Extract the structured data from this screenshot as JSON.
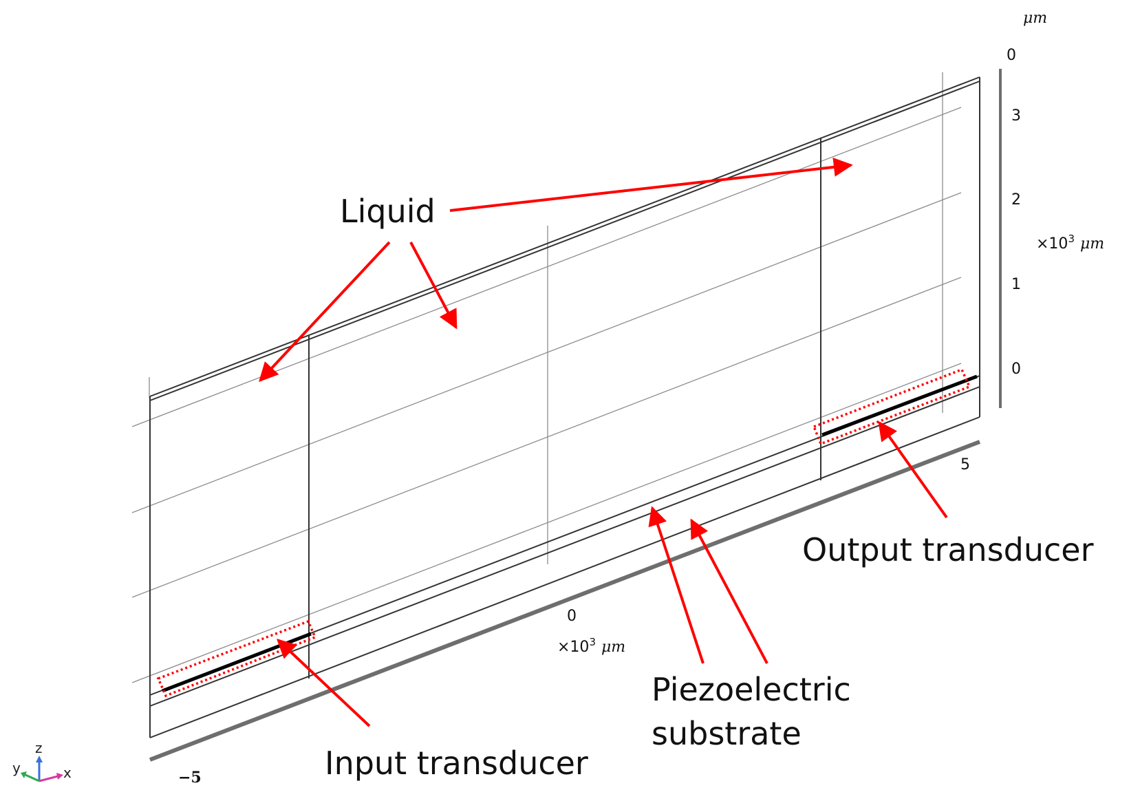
{
  "labels": {
    "liquid": "Liquid",
    "output_transducer": "Output transducer",
    "input_transducer": "Input transducer",
    "piezo_line1": "Piezoelectric",
    "piezo_line2": "substrate"
  },
  "axes": {
    "z_unit": "μm",
    "z_ticks": [
      "0",
      "3",
      "2",
      "1",
      "0"
    ],
    "z_scale_prefix": "×10",
    "z_scale_exp": "3",
    "z_scale_unit": "μm",
    "x_ticks": [
      "−5",
      "0",
      "5"
    ],
    "x_scale_prefix": "×10",
    "x_scale_exp": "3",
    "x_scale_unit": "μm"
  },
  "triad": {
    "y": "y",
    "z": "z",
    "x": "x"
  },
  "colors": {
    "annotation": "#ff0000",
    "frame": "#333333",
    "grid": "#8c8c8c",
    "transducer": "#000000",
    "axis_bar": "#6e6e6e"
  }
}
